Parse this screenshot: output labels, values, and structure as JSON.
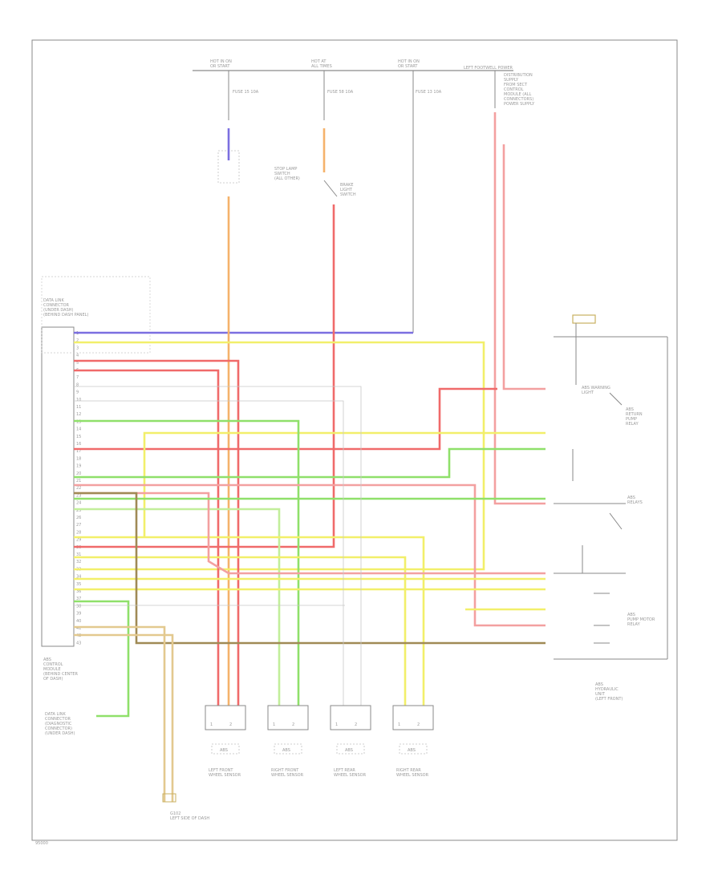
{
  "diagram": {
    "footer_code": "95000",
    "power_bus": {
      "fuses": [
        {
          "top": "HOT IN ON",
          "sub": "OR START",
          "fuse": "FUSE 15 10A"
        },
        {
          "top": "HOT AT",
          "sub": "ALL TIMES",
          "fuse": "FUSE 58 10A"
        },
        {
          "top": "HOT IN ON",
          "sub": "OR START",
          "fuse": "FUSE 13 10A"
        }
      ],
      "junction": "LEFT FOOTWELL POWER",
      "distribution": [
        "DISTRIBUTION",
        "SUPPLY",
        "FROM SECT",
        "CONTROL",
        "MODULE (ALL",
        "CONNECTORS)",
        "POWER SUPPLY"
      ]
    },
    "components": {
      "stop_lamp": {
        "lines": [
          "STOP LAMP",
          "SWITCH",
          "(ALL OTHER)"
        ]
      },
      "brake_lamp": {
        "lines": [
          "BRAKE",
          "LIGHT",
          "SWITCH"
        ]
      },
      "abs_module": {
        "lines": [
          "ABS",
          "CONTROL",
          "MODULE",
          "(BEHIND CENTER",
          "OF DASH)"
        ]
      },
      "abs_module_header": {
        "lines": [
          "DATA LINK",
          "CONNECTOR",
          "(UNDER DASH)",
          "(BEHIND DASH PANEL)"
        ]
      },
      "warning_light": {
        "lines": [
          "ABS WARNING",
          "LIGHT"
        ]
      },
      "abs_relays": {
        "lines": [
          "ABS",
          "RELAYS"
        ]
      },
      "return_pump": {
        "lines": [
          "ABS",
          "RETURN",
          "PUMP",
          "RELAY"
        ]
      },
      "hydraulic_unit": {
        "lines": [
          "ABS",
          "HYDRAULIC",
          "UNIT",
          "(LEFT FRONT)"
        ]
      },
      "pump_motor": {
        "lines": [
          "ABS",
          "PUMP MOTOR",
          "RELAY"
        ]
      },
      "ground_main": {
        "lines": [
          "G102",
          "LEFT SIDE OF DASH"
        ]
      },
      "data_link": {
        "lines": [
          "DATA LINK",
          "CONNECTOR",
          "(DIAGNOSTIC",
          "CONNECTOR)",
          "(UNDER DASH)"
        ]
      }
    },
    "sensors": [
      {
        "lines": [
          "LEFT FRONT",
          "WHEEL SENSOR"
        ],
        "pins": [
          "1",
          "2"
        ],
        "label": "ABS"
      },
      {
        "lines": [
          "RIGHT FRONT",
          "WHEEL SENSOR"
        ],
        "pins": [
          "1",
          "2"
        ],
        "label": "ABS"
      },
      {
        "lines": [
          "LEFT REAR",
          "WHEEL SENSOR"
        ],
        "pins": [
          "1",
          "2"
        ],
        "label": "ABS"
      },
      {
        "lines": [
          "RIGHT REAR",
          "WHEEL SENSOR"
        ],
        "pins": [
          "1",
          "2"
        ],
        "label": "ABS"
      }
    ],
    "pins_left": [
      "1",
      "2",
      "3",
      "4",
      "5",
      "6",
      "7",
      "8",
      "9",
      "10",
      "11",
      "12",
      "13",
      "14",
      "15",
      "16",
      "17",
      "18",
      "19",
      "20",
      "21",
      "22",
      "23",
      "24",
      "25",
      "26",
      "27",
      "28",
      "29",
      "30",
      "31",
      "32",
      "33",
      "34",
      "35",
      "36",
      "37",
      "38",
      "39",
      "40",
      "41",
      "42",
      "43"
    ],
    "colors": {
      "violet": "#7b6fe0",
      "yellow": "#f2ef6a",
      "red": "#f06a6a",
      "pink": "#f3a0a0",
      "orange": "#f5b26b",
      "green": "#8fe06a",
      "lightgreen": "#c2ee9a",
      "brown": "#a08a55",
      "tan": "#e3c98f",
      "gray": "#8a8a8a"
    }
  }
}
